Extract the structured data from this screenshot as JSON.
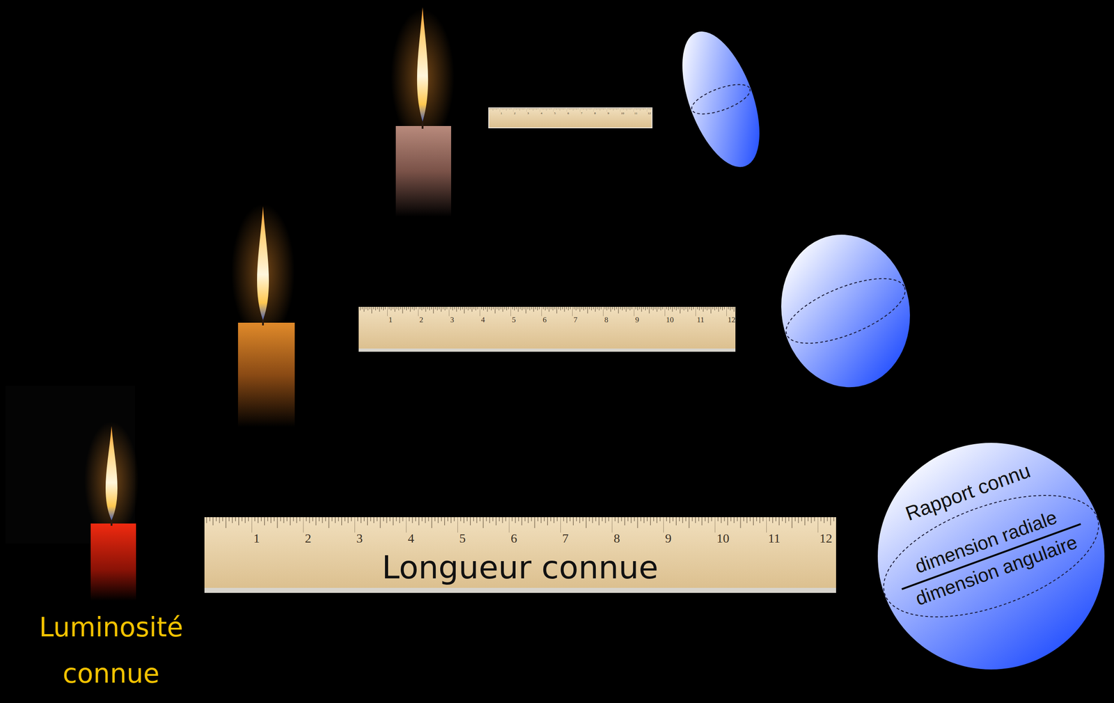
{
  "diagram": {
    "nodes": [
      {
        "text": [
          "Luminosité connue"
        ]
      },
      {
        "text": [
          "Longueur connue"
        ]
      },
      {
        "text": [
          "Rapport connu",
          "dimension radiale",
          "dimension angulaire"
        ]
      }
    ],
    "labels": [
      "1",
      "2",
      "3",
      "4",
      "5",
      "6",
      "7",
      "8",
      "9",
      "10",
      "11",
      "12",
      "1",
      "2",
      "3",
      "4",
      "5",
      "6",
      "7",
      "8",
      "9",
      "10",
      "11",
      "12",
      "1",
      "2",
      "3",
      "4",
      "5",
      "6",
      "7",
      "8",
      "9",
      "10",
      "11",
      "12"
    ]
  }
}
